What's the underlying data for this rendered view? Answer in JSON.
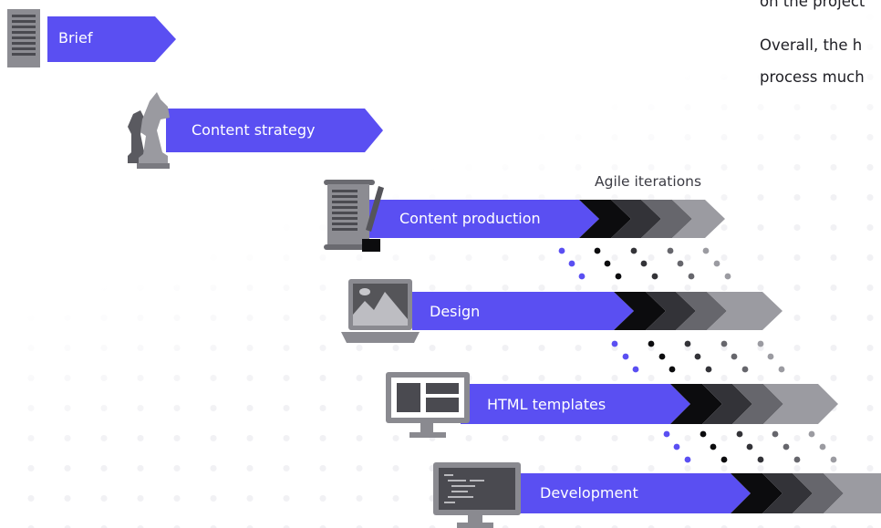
{
  "side_text": {
    "line1": "on the project",
    "line2": "Overall, the h",
    "line3": "process much"
  },
  "agile_label": "Agile iterations",
  "steps": [
    {
      "label": "Brief",
      "icon": "document-icon"
    },
    {
      "label": "Content strategy",
      "icon": "chess-knight-icon"
    },
    {
      "label": "Content production",
      "icon": "scroll-quill-icon"
    },
    {
      "label": "Design",
      "icon": "laptop-icon"
    },
    {
      "label": "HTML templates",
      "icon": "monitor-layout-icon"
    },
    {
      "label": "Development",
      "icon": "monitor-code-icon"
    }
  ],
  "colors": {
    "accent": "#5a4ff2",
    "chevron_1": "#0c0c0e",
    "chevron_2": "#333338",
    "chevron_3": "#66666c",
    "chevron_4": "#9b9ba1",
    "icon_gray": "#8a8a90"
  }
}
